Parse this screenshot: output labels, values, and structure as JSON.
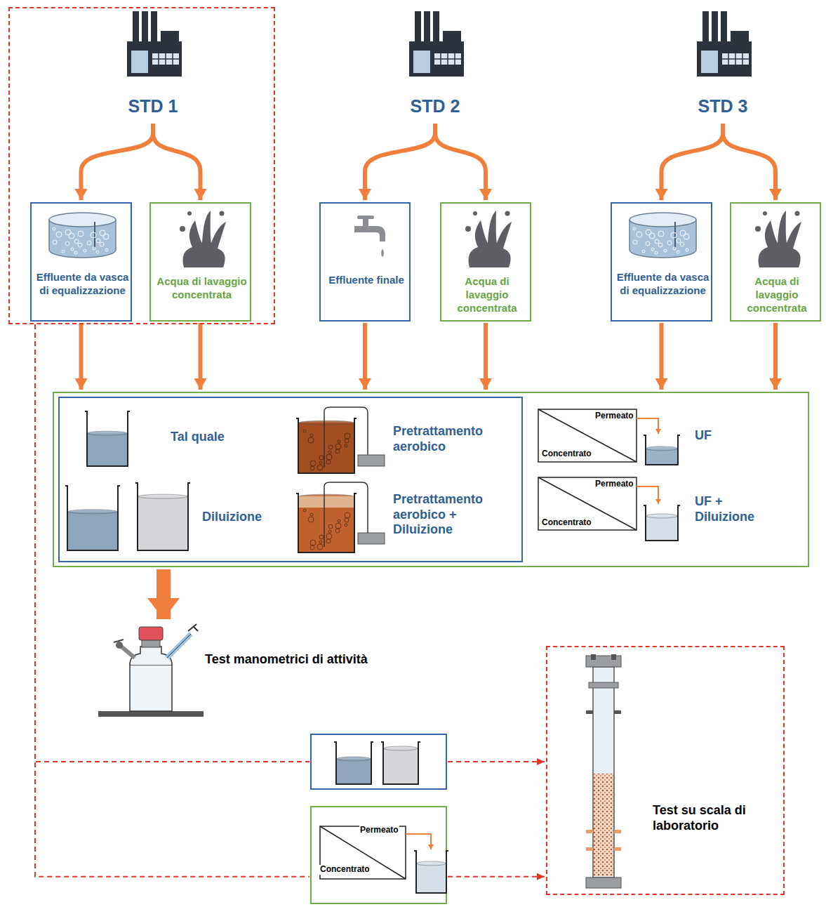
{
  "diagram": {
    "nodes": [
      {
        "text": []
      },
      {
        "text": [
          "STD 1"
        ],
        "in": 0
      },
      {
        "text": [
          "Effluente da vasca di equalizzazione"
        ],
        "in": 0
      },
      {
        "text": [
          "Acqua di lavaggio concentrata"
        ],
        "in": 0
      },
      {
        "text": [
          "STD 2"
        ]
      },
      {
        "text": [
          "Effluente finale"
        ]
      },
      {
        "text": [
          "Acqua di lavaggio concentrata"
        ]
      },
      {
        "text": [
          "STD 3"
        ]
      },
      {
        "text": [
          "Effluente da vasca di equalizzazione"
        ]
      },
      {
        "text": [
          "Acqua di lavaggio concentrata"
        ]
      },
      {
        "text": []
      },
      {
        "text": [],
        "in": 10
      },
      {
        "text": [
          "Tal quale"
        ],
        "in": 11
      },
      {
        "text": [
          "Diluizione"
        ],
        "in": 11
      },
      {
        "text": [
          "Pretrattamento aerobico"
        ],
        "in": 11
      },
      {
        "text": [
          "Pretrattamento aerobico + Diluizione"
        ],
        "in": 11
      },
      {
        "text": [
          "UF"
        ],
        "in": 10
      },
      {
        "text": [
          "UF + Diluizione"
        ],
        "in": 10
      },
      {
        "text": [
          "Test manometrici di attività"
        ]
      },
      {
        "text": []
      },
      {
        "text": []
      },
      {
        "text": [
          "Test su scala di laboratorio"
        ]
      }
    ],
    "edges": [
      {
        "from": 1,
        "to": 2,
        "arrow": "to"
      },
      {
        "from": 1,
        "to": 3,
        "arrow": "to"
      },
      {
        "from": 4,
        "to": 5,
        "arrow": "to"
      },
      {
        "from": 4,
        "to": 6,
        "arrow": "to"
      },
      {
        "from": 7,
        "to": 8,
        "arrow": "to"
      },
      {
        "from": 7,
        "to": 9,
        "arrow": "to"
      },
      {
        "from": 2,
        "to": 10,
        "arrow": "to"
      },
      {
        "from": 3,
        "to": 10,
        "arrow": "to"
      },
      {
        "from": 5,
        "to": 10,
        "arrow": "to"
      },
      {
        "from": 6,
        "to": 10,
        "arrow": "to"
      },
      {
        "from": 8,
        "to": 10,
        "arrow": "to"
      },
      {
        "from": 9,
        "to": 10,
        "arrow": "to"
      },
      {
        "from": 11,
        "to": 18,
        "arrow": "to"
      },
      {
        "from": 0,
        "to": 19,
        "arrow": "none"
      },
      {
        "from": 19,
        "to": 21,
        "arrow": "to"
      },
      {
        "from": 0,
        "to": 20,
        "arrow": "none"
      },
      {
        "from": 20,
        "to": 21,
        "arrow": "to"
      }
    ],
    "labels": [
      "Permeato",
      "Concentrato",
      "Permeato",
      "Concentrato",
      "Permeato",
      "Concentrato"
    ]
  }
}
